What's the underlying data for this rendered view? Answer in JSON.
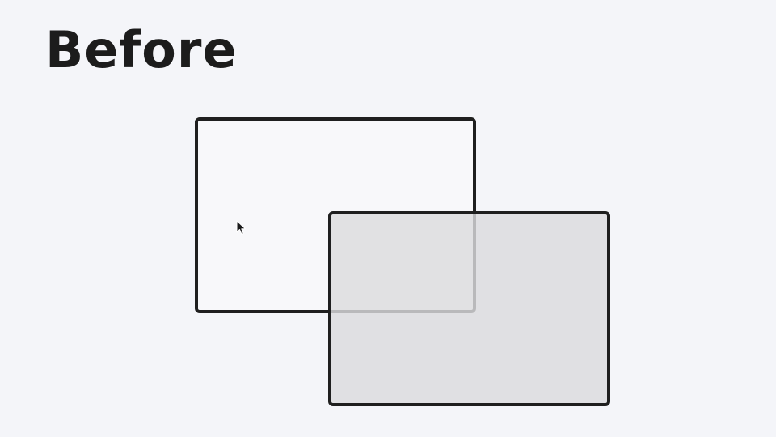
{
  "heading": {
    "title": "Before"
  },
  "canvas": {
    "shapes": [
      {
        "name": "rectangle",
        "fill": "#f8f8fa",
        "stroke": "#1f1f1f"
      },
      {
        "name": "rectangle",
        "fill": "#dcdcde",
        "stroke": "#1f1f1f"
      }
    ],
    "cursor": "arrow-cursor-icon"
  },
  "colors": {
    "background": "#f4f5f9",
    "text": "#1c1c1c",
    "stroke": "#1f1f1f",
    "selected_fill": "#dcdcde"
  }
}
